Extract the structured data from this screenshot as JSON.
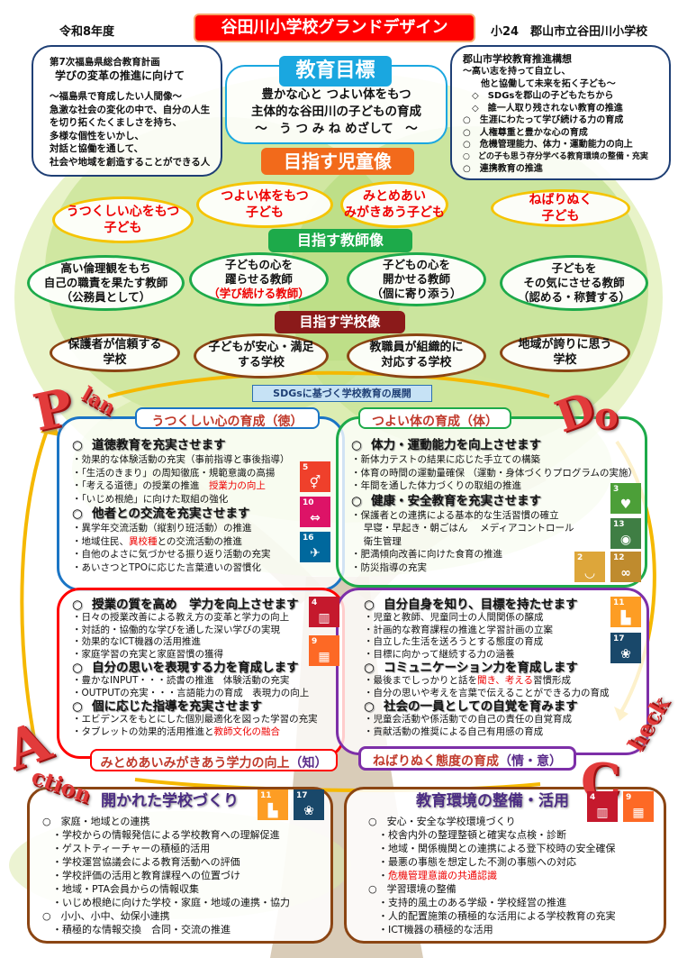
{
  "header": {
    "year": "令和8年度",
    "title": "谷田川小学校グランドデザイン",
    "school": "小24　郡山市立谷田川小学校"
  },
  "left_box": {
    "line1": "第7次福島県総合教育計画",
    "line2": "学びの変革の推進に向けて",
    "lines": [
      "～福島県で育成したい人間像～",
      "急激な社会の変化の中で、自分の人生",
      "を切り拓くたくましさを持ち、",
      "多様な個性をいかし、",
      "対話と協働を通して、",
      "社会や地域を創造することができる人"
    ]
  },
  "goal": {
    "label": "教育目標",
    "lines": [
      "豊かな心と つよい体をもつ",
      "主体的な谷田川の子どもの育成",
      "～　う つ み ね めざして　～"
    ]
  },
  "right_box": {
    "title": "郡山市学校教育推進構想",
    "lines": [
      "～高い志を持って自立し、",
      "　　他と協働して未来を拓く子ども～",
      "　◇　SDGsを郡山の子どもたちから",
      "　◇　誰一人取り残されない教育の推進",
      "○　生涯にわたって学び続ける力の育成",
      "○　人権尊重と豊かな心の育成",
      "○　危機管理能力、体力・運動能力の向上",
      "○　どの子も思う存分学べる教育環境の整備・充実",
      "○　連携教育の推進"
    ]
  },
  "child": {
    "label": "目指す児童像",
    "items": [
      [
        "うつくしい心をもつ",
        "子ども"
      ],
      [
        "つよい体をもつ",
        "子ども"
      ],
      [
        "みとめあい",
        "みがきあう子ども"
      ],
      [
        "ねばりぬく",
        "子ども"
      ]
    ]
  },
  "teacher": {
    "label": "目指す教師像",
    "items": [
      [
        "高い倫理観をもち",
        "自己の職責を果たす教師",
        "（公務員として）"
      ],
      [
        "子どもの心を",
        "躍らせる教師",
        "（学び続ける教師）"
      ],
      [
        "子どもの心を",
        "開かせる教師",
        "（個に寄り添う）"
      ],
      [
        "子どもを",
        "その気にさせる教師",
        "（認める・称賛する）"
      ]
    ]
  },
  "school": {
    "label": "目指す学校像",
    "items": [
      [
        "保護者が信頼する",
        "学校"
      ],
      [
        "子どもが安心・満足",
        "する学校"
      ],
      [
        "教職員が組織的に",
        "対応する学校"
      ],
      [
        "地域が誇りに思う",
        "学校"
      ]
    ]
  },
  "sdgs_label": "SDGsに基づく学校教育の展開",
  "pdca": {
    "p": "P",
    "p2": "lan",
    "d": "D",
    "d2": "o",
    "c": "C",
    "c2": "heck",
    "a": "A",
    "a2": "ction"
  },
  "colors": {
    "title_red": "#f00",
    "goal_cyan": "#1aa7e0",
    "child_orange": "#f26a1b",
    "teacher_green": "#1daa4a",
    "school_red": "#8b1a1a",
    "arrow": "#f5b800"
  },
  "quads": {
    "toku": {
      "head": "うつくしい心の育成（徳）",
      "sections": [
        {
          "h": "道徳教育を充実させます",
          "items": [
            {
              "t": "・効果的な体験活動の充実（事前指導と事後指導）"
            },
            {
              "t": "・「生活のきまり」の周知徹底・規範意識の高揚"
            },
            {
              "t": "・「考える道徳」の授業の推進　",
              "r": "授業力の向上"
            },
            {
              "t": "・「いじめ根絶」に向けた取組の強化"
            }
          ]
        },
        {
          "h": "他者との交流を充実させます",
          "items": [
            {
              "t": "・異学年交流活動（縦割り班活動）の推進"
            },
            {
              "t": "・地域住民、",
              "r": "異校種",
              "p": "との交流活動の推進"
            },
            {
              "t": "・自他のよさに気づかせる振り返り活動の充実"
            },
            {
              "t": "・あいさつとTPOに応じた言葉遣いの習慣化"
            }
          ]
        }
      ]
    },
    "tai": {
      "head": "つよい体の育成（体）",
      "sections": [
        {
          "h": "体力・運動能力を向上させます",
          "items": [
            {
              "t": "・新体力テストの結果に応じた手立ての構築"
            },
            {
              "t": "・体育の時間の運動量確保 （運動・身体づくりプログラムの実施）"
            },
            {
              "t": "・年間を通した体力づくりの取組の推進"
            }
          ]
        },
        {
          "h": "健康・安全教育を充実させます",
          "items": [
            {
              "t": "・保護者との連携による基本的な生活習慣の確立"
            },
            {
              "t": "　 早寝・早起き・朝ごはん　 メディアコントロール"
            },
            {
              "t": "　 衛生管理"
            },
            {
              "t": "・肥満傾向改善に向けた食育の推進"
            },
            {
              "t": "・防災指導の充実"
            }
          ]
        }
      ]
    },
    "chi": {
      "head": "みとめあいみがきあう学力の向上",
      "head2": "（知）",
      "sections": [
        {
          "h": "授業の質を高め　学力を向上させます",
          "items": [
            {
              "t": "・日々の授業改善による教え方の変革と学力の向上"
            },
            {
              "t": "・対話的・協働的な学びを通した深い学びの実現"
            },
            {
              "t": "・効果的なICT機器の活用推進"
            },
            {
              "t": "・家庭学習の充実と家庭習慣の獲得"
            }
          ]
        },
        {
          "h": "自分の思いを表現する力を育成します",
          "items": [
            {
              "t": "・豊かなINPUT・・・読書の推進　体験活動の充実"
            },
            {
              "t": "・OUTPUTの充実・・・言語能力の育成　表現力の向上"
            }
          ]
        },
        {
          "h": "個に応じた指導を充実させます",
          "items": [
            {
              "t": "・エビデンスをもとにした個別最適化を図った学習の充実"
            },
            {
              "t": "・タブレットの効果的活用推進と",
              "r": "教師文化の融合"
            }
          ]
        }
      ]
    },
    "jo": {
      "head": "ねばりぬく態度の育成",
      "head2": "（情・意）",
      "sections": [
        {
          "h": "自分自身を知り、目標を持たせます",
          "items": [
            {
              "t": "・児童と教師、児童同士の人間関係の醸成"
            },
            {
              "t": "・計画的な教育課程の推進と学習計画の立案"
            },
            {
              "t": "・自立した生活を送ろうとする態度の育成"
            },
            {
              "t": "・目標に向かって継続する力の涵養"
            }
          ]
        },
        {
          "h": "コミュニケーション力を育成します",
          "items": [
            {
              "t": "・最後までしっかりと話を",
              "r": "聞き、考える",
              "p": "習慣形成"
            },
            {
              "t": "・自分の思いや考えを言葉で伝えることができる力の育成"
            }
          ]
        },
        {
          "h": "社会の一員としての自覚を育みます",
          "items": [
            {
              "t": "・児童会活動や係活動での自己の責任の自覚育成"
            },
            {
              "t": "・貢献活動の推奨による自己有用感の育成"
            }
          ]
        }
      ]
    }
  },
  "bottom_left": {
    "title": "開かれた学校づくり",
    "lines": [
      {
        "t": "○　家庭・地域との連携"
      },
      {
        "t": "　・学校からの情報発信による学校教育への理解促進"
      },
      {
        "t": "　・ゲストティーチャーの積極的活用"
      },
      {
        "t": "　・学校運営協議会による教育活動への評価"
      },
      {
        "t": "　・学校評価の活用と教育課程への位置づけ"
      },
      {
        "t": "　・地域・PTA会員からの情報収集"
      },
      {
        "t": "　・いじめ根絶に向けた学校・家庭・地域の連携・協力"
      },
      {
        "t": "○　小小、小中、幼保小連携"
      },
      {
        "t": "　・積極的な情報交換　合同・交流の推進"
      }
    ]
  },
  "bottom_right": {
    "title": "教育環境の整備・活用",
    "lines": [
      {
        "t": "○　安心・安全な学校環境づくり"
      },
      {
        "t": "　・校舎内外の整理整頓と確実な点検・診断"
      },
      {
        "t": "　・地域・関係機関との連携による登下校時の安全確保"
      },
      {
        "t": "　・最悪の事態を想定した不測の事態への対応"
      },
      {
        "t": "　・",
        "r": "危機管理意識の共通認識"
      },
      {
        "t": "○　学習環境の整備"
      },
      {
        "t": "　・支持的風土のある学級・学校経営の推進"
      },
      {
        "t": "　・人的配置施策の積極的な活用による学校教育の充実"
      },
      {
        "t": "　・ICT機器の積極的な活用"
      }
    ]
  },
  "sdg_icons": [
    {
      "n": "5",
      "color": "#ef402b",
      "icon": "gender-icon",
      "glyph": "⚥"
    },
    {
      "n": "10",
      "color": "#dd1367",
      "icon": "inequality-icon",
      "glyph": "⇔"
    },
    {
      "n": "16",
      "color": "#00689d",
      "icon": "peace-dove-icon",
      "glyph": "✈"
    },
    {
      "n": "3",
      "color": "#4c9f38",
      "icon": "heartbeat-icon",
      "glyph": "♥"
    },
    {
      "n": "13",
      "color": "#3f7e44",
      "icon": "eye-earth-icon",
      "glyph": "◉"
    },
    {
      "n": "2",
      "color": "#dda63a",
      "icon": "bowl-icon",
      "glyph": "◡"
    },
    {
      "n": "12",
      "color": "#bf8b2e",
      "icon": "infinity-icon",
      "glyph": "∞"
    },
    {
      "n": "4",
      "color": "#c5192d",
      "icon": "book-icon",
      "glyph": "▥"
    },
    {
      "n": "9",
      "color": "#fd6925",
      "icon": "cubes-icon",
      "glyph": "▦"
    },
    {
      "n": "11",
      "color": "#fd9d24",
      "icon": "city-icon",
      "glyph": "▙"
    },
    {
      "n": "17",
      "color": "#19486a",
      "icon": "partnership-flower-icon",
      "glyph": "❀"
    }
  ]
}
